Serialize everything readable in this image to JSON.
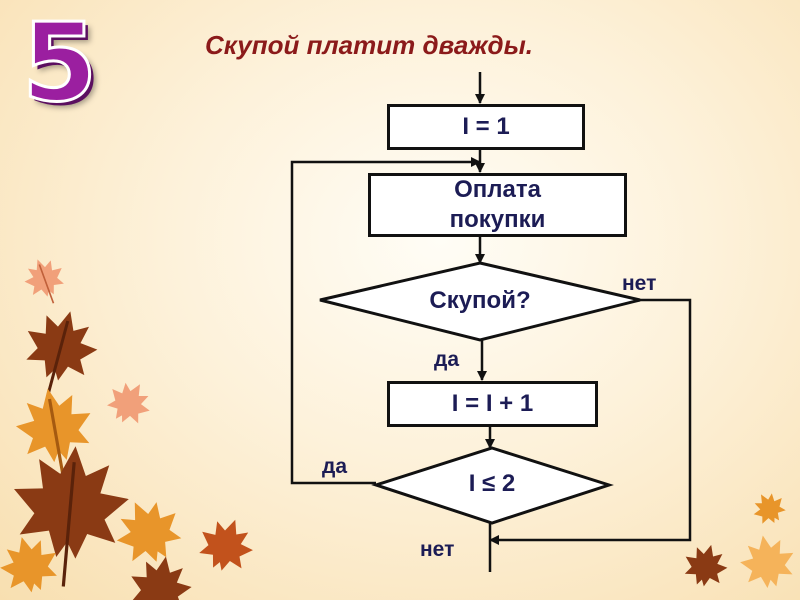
{
  "slide": {
    "number": "5",
    "title": "Скупой платит дважды."
  },
  "flowchart": {
    "init": "I = 1",
    "pay_line1": "Оплата",
    "pay_line2": "покупки",
    "cond_greedy": "Скупой?",
    "increment": "I = I + 1",
    "cond_limit": "I ≤ 2",
    "yes_greedy": "да",
    "no_greedy": "нет",
    "yes_limit": "да",
    "no_limit": "нет"
  },
  "colors": {
    "number": "#9b1fa0",
    "title": "#8b1a1a",
    "text": "#1c1c55",
    "leaf_orange": "#e8952a",
    "leaf_brown": "#8a3a14",
    "leaf_peach": "#f1a07a"
  }
}
